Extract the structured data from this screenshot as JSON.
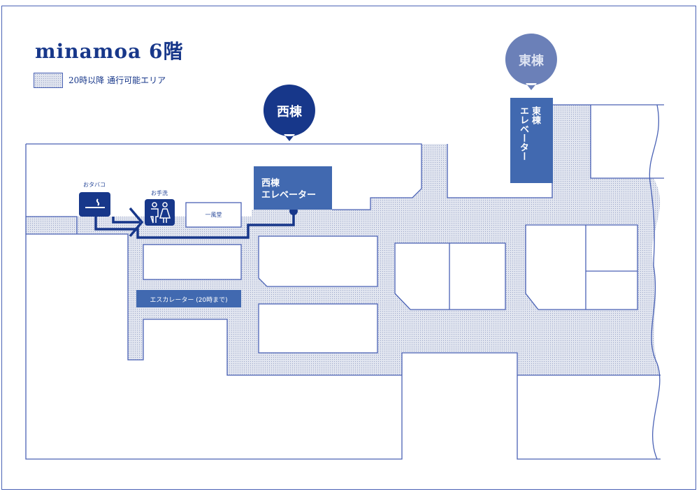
{
  "title": "minamoa 6階",
  "legend": {
    "label": "20時以降 通行可能エリア"
  },
  "pins": {
    "west": "西棟",
    "east": "東棟"
  },
  "elevators": {
    "west": {
      "line1": "西棟",
      "line2": "エレベーター"
    },
    "east": {
      "line1": "東棟",
      "line2": "エレベーター"
    }
  },
  "facilities": {
    "smoking": "おタバコ",
    "restroom": "お手洗",
    "shop_ippudo": "一風堂",
    "escalator": "エスカレーター (20時まで)"
  },
  "colors": {
    "navy": "#17378a",
    "blue": "#4169b0",
    "east_pin": "#6b80b8",
    "line": "#4a62b5"
  }
}
